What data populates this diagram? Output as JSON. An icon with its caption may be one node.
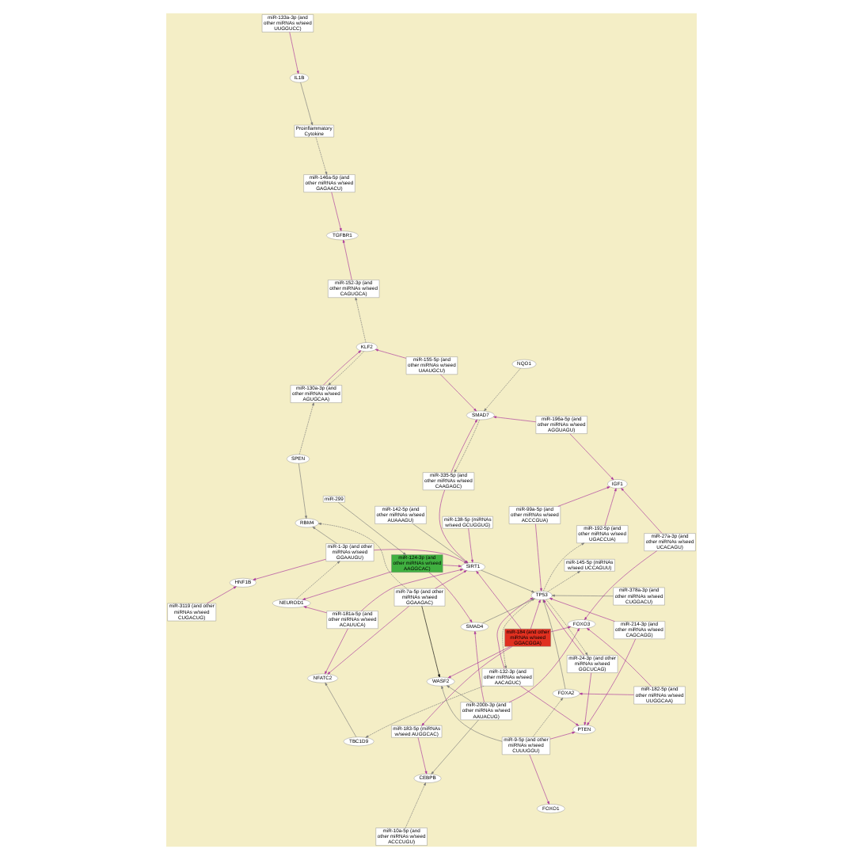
{
  "diagram": {
    "nodes": [
      {
        "text": [
          "WASF2"
        ]
      },
      {
        "text": [
          "miR-299"
        ]
      },
      {
        "text": [
          "miR-9-5p (and other miRNAs w/seed CUUUGGU)"
        ]
      },
      {
        "text": [
          "miR-10a-5p (and other miRNAs w/seed ACCCUGU)"
        ]
      },
      {
        "text": [
          "miR-184 (and other miRNAs w/seed GGACGGA)"
        ]
      },
      {
        "text": [
          "miR-200b-3p (and other miRNAs w/seed AAUACUG)"
        ]
      },
      {
        "text": [
          "miR-7a-5p (and other miRNAs w/seed GGAAGAC)"
        ]
      },
      {
        "text": [
          "FOXO1"
        ]
      },
      {
        "text": [
          "FOXO3"
        ]
      },
      {
        "text": [
          "miR-132-3p (and other miRNAs w/seed AACAGUC)"
        ]
      },
      {
        "text": [
          "PTEN"
        ]
      },
      {
        "text": [
          "CEBPB"
        ]
      },
      {
        "text": [
          "miR-183-5p (miRNAs w/seed AUGGCAC)"
        ]
      },
      {
        "text": [
          "miR-182-5p (and other miRNAs w/seed UUGGCAA)"
        ]
      },
      {
        "text": [
          "TBC1D9"
        ]
      },
      {
        "text": [
          "FOXA2"
        ]
      },
      {
        "text": [
          "NFATC2"
        ]
      },
      {
        "text": [
          "miR-24-3p (and other miRNAs w/seed GGCUCAG)"
        ]
      },
      {
        "text": [
          "miR-124-3p (and other miRNAs w/seed AAGGCAC)"
        ]
      },
      {
        "text": [
          "miR-138-5p (miRNAs w/seed GCUGGUG)"
        ]
      },
      {
        "text": [
          "miR-378a-3p (and other miRNAs w/seed CUGGACU)"
        ]
      },
      {
        "text": [
          "miR-181a-5p (and other miRNAs w/seed ACAUUCA)"
        ]
      },
      {
        "text": [
          "NEUROD1"
        ]
      },
      {
        "text": [
          "SMAD4"
        ]
      },
      {
        "text": [
          "miR-99a-5p (and other miRNAs w/seed ACCCGUA)"
        ]
      },
      {
        "text": [
          "SIRT1"
        ]
      },
      {
        "text": [
          "TP53"
        ]
      },
      {
        "text": [
          "miR-1-3p (and other miRNAs w/seed GGAAUGU)"
        ]
      },
      {
        "text": [
          "miR-142-5p (and other miRNAs w/seed AUAAAGU)"
        ]
      },
      {
        "text": [
          "miR-3119 (and other miRNAs w/seed CUGACUG)"
        ]
      },
      {
        "text": [
          "miR-214-3p (and other miRNAs w/seed CAGCAGG)"
        ]
      },
      {
        "text": [
          "miR-27a-3p (and other miRNAs w/seed UCACAGU)"
        ]
      },
      {
        "text": [
          "HNF1B"
        ]
      },
      {
        "text": [
          "SPEN"
        ]
      },
      {
        "text": [
          "RBM4"
        ]
      },
      {
        "text": [
          "IGF1"
        ]
      },
      {
        "text": [
          "miR-155-5p (and other miRNAs w/seed UAAUGCU)"
        ]
      },
      {
        "text": [
          "miR-192-5p (and other miRNAs w/seed UGACCUA)"
        ]
      },
      {
        "text": [
          "KLF2"
        ]
      },
      {
        "text": [
          "IL1B"
        ]
      },
      {
        "text": [
          "Proinflammatory Cytokine"
        ]
      },
      {
        "text": [
          "miR-130a-3p (and other miRNAs w/seed AGUGCAA)"
        ]
      },
      {
        "text": [
          "NQO1"
        ]
      },
      {
        "text": [
          "miR-133a-3p (and other miRNAs w/seed UUGGUCC)"
        ]
      },
      {
        "text": [
          "miR-145-5p (miRNAs w/seed UCCAGUU)"
        ]
      },
      {
        "text": [
          "miR-152-3p (and other miRNAs w/seed CAGUGCA)"
        ]
      },
      {
        "text": [
          "TGFBR1"
        ]
      },
      {
        "text": [
          "SMAD7"
        ]
      },
      {
        "text": [
          "miR-196a-5p (and other miRNAs w/seed AGGUAGU)"
        ]
      },
      {
        "text": [
          "miR-146a-5p (and other miRNAs w/seed GAGAACU)"
        ]
      },
      {
        "text": [
          "miR-335-5p (and other miRNAs w/seed CAAGAGC)"
        ]
      }
    ],
    "edges": [
      {
        "from": 6,
        "to": 0,
        "arrow": "to",
        "color": "#000000"
      },
      {
        "from": 2,
        "to": 0,
        "arrow": "to"
      },
      {
        "from": 4,
        "to": 0,
        "arrow": "to",
        "color": "#a8309a"
      },
      {
        "from": 5,
        "to": 0,
        "arrow": "to"
      },
      {
        "from": 1,
        "to": 18,
        "arrow": "to"
      },
      {
        "from": 2,
        "to": 7,
        "arrow": "to",
        "color": "#a8309a"
      },
      {
        "from": 2,
        "to": 10,
        "arrow": "to",
        "color": "#a8309a"
      },
      {
        "from": 2,
        "to": 15,
        "arrow": "to",
        "style": "dashed"
      },
      {
        "from": 4,
        "to": 8,
        "arrow": "to",
        "color": "#a8309a"
      },
      {
        "from": 4,
        "to": 25,
        "arrow": "to",
        "color": "#a8309a"
      },
      {
        "from": 4,
        "to": 26,
        "arrow": "to",
        "color": "#a8309a"
      },
      {
        "from": 4,
        "to": 12,
        "arrow": "to",
        "color": "#a8309a"
      },
      {
        "from": 5,
        "to": 8,
        "arrow": "to",
        "color": "#a8309a"
      },
      {
        "from": 5,
        "to": 23,
        "arrow": "to",
        "color": "#a8309a"
      },
      {
        "from": 5,
        "to": 11,
        "arrow": "to"
      },
      {
        "from": 3,
        "to": 11,
        "arrow": "to",
        "style": "dashed"
      },
      {
        "from": 6,
        "to": 16,
        "arrow": "to",
        "color": "#a8309a"
      },
      {
        "from": 6,
        "to": 25,
        "arrow": "to",
        "color": "#a8309a"
      },
      {
        "from": 6,
        "to": 34,
        "arrow": "to",
        "style": "dashed"
      },
      {
        "from": 9,
        "to": 10,
        "arrow": "to",
        "color": "#a8309a"
      },
      {
        "from": 9,
        "to": 14,
        "arrow": "to",
        "style": "dashed"
      },
      {
        "from": 9,
        "to": 26,
        "arrow": "to",
        "color": "#a8309a"
      },
      {
        "from": 12,
        "to": 11,
        "arrow": "to",
        "color": "#a8309a"
      },
      {
        "from": 13,
        "to": 8,
        "arrow": "to",
        "color": "#a8309a"
      },
      {
        "from": 13,
        "to": 15,
        "arrow": "to",
        "color": "#a8309a"
      },
      {
        "from": 14,
        "to": 16,
        "arrow": "to"
      },
      {
        "from": 15,
        "to": 26,
        "arrow": "to"
      },
      {
        "from": 17,
        "to": 10,
        "arrow": "to",
        "color": "#a8309a"
      },
      {
        "from": 17,
        "to": 26,
        "arrow": "to",
        "color": "#a8309a"
      },
      {
        "from": 18,
        "to": 23,
        "arrow": "to",
        "color": "#a8309a"
      },
      {
        "from": 18,
        "to": 25,
        "arrow": "to",
        "color": "#a8309a"
      },
      {
        "from": 18,
        "to": 22,
        "arrow": "to",
        "color": "#a8309a"
      },
      {
        "from": 19,
        "to": 25,
        "arrow": "to",
        "color": "#a8309a"
      },
      {
        "from": 20,
        "to": 26,
        "arrow": "to"
      },
      {
        "from": 21,
        "to": 22,
        "arrow": "to",
        "color": "#a8309a"
      },
      {
        "from": 21,
        "to": 25,
        "arrow": "to",
        "color": "#a8309a"
      },
      {
        "from": 21,
        "to": 16,
        "arrow": "to",
        "color": "#a8309a"
      },
      {
        "from": 22,
        "to": 27,
        "arrow": "to",
        "style": "dashed"
      },
      {
        "from": 23,
        "to": 26,
        "arrow": "to"
      },
      {
        "from": 24,
        "to": 35,
        "arrow": "to",
        "color": "#a8309a"
      },
      {
        "from": 24,
        "to": 26,
        "arrow": "to",
        "color": "#a8309a"
      },
      {
        "from": 25,
        "to": 26,
        "arrow": "to"
      },
      {
        "from": 26,
        "to": 17,
        "arrow": "to",
        "style": "dashed"
      },
      {
        "from": 26,
        "to": 9,
        "arrow": "to",
        "style": "dashed"
      },
      {
        "from": 27,
        "to": 25,
        "arrow": "to",
        "color": "#a8309a"
      },
      {
        "from": 27,
        "to": 34,
        "arrow": "to"
      },
      {
        "from": 27,
        "to": 32,
        "arrow": "to",
        "color": "#a8309a"
      },
      {
        "from": 28,
        "to": 25,
        "arrow": "to"
      },
      {
        "from": 29,
        "to": 32,
        "arrow": "to",
        "color": "#a8309a"
      },
      {
        "from": 30,
        "to": 26,
        "arrow": "to",
        "color": "#a8309a"
      },
      {
        "from": 30,
        "to": 10,
        "arrow": "to",
        "color": "#a8309a"
      },
      {
        "from": 31,
        "to": 35,
        "arrow": "to",
        "color": "#a8309a"
      },
      {
        "from": 31,
        "to": 8,
        "arrow": "to",
        "color": "#a8309a"
      },
      {
        "from": 33,
        "to": 34,
        "arrow": "to"
      },
      {
        "from": 33,
        "to": 41,
        "arrow": "to",
        "style": "dashed"
      },
      {
        "from": 36,
        "to": 38,
        "arrow": "to",
        "color": "#a8309a"
      },
      {
        "from": 36,
        "to": 47,
        "arrow": "to",
        "color": "#a8309a"
      },
      {
        "from": 37,
        "to": 35,
        "arrow": "to",
        "color": "#a8309a"
      },
      {
        "from": 26,
        "to": 37,
        "arrow": "to",
        "style": "dashed"
      },
      {
        "from": 38,
        "to": 41,
        "arrow": "to",
        "style": "dashed"
      },
      {
        "from": 38,
        "to": 45,
        "arrow": "to",
        "style": "dashed"
      },
      {
        "from": 39,
        "to": 40,
        "arrow": "to"
      },
      {
        "from": 40,
        "to": 49,
        "arrow": "to",
        "style": "dashed"
      },
      {
        "from": 41,
        "to": 38,
        "arrow": "to",
        "color": "#a8309a"
      },
      {
        "from": 26,
        "to": 44,
        "arrow": "to",
        "style": "dashed"
      },
      {
        "from": 43,
        "to": 39,
        "arrow": "to",
        "color": "#a8309a"
      },
      {
        "from": 45,
        "to": 46,
        "arrow": "to",
        "color": "#a8309a"
      },
      {
        "from": 42,
        "to": 47,
        "arrow": "to",
        "style": "dashed"
      },
      {
        "from": 48,
        "to": 47,
        "arrow": "to",
        "color": "#a8309a"
      },
      {
        "from": 48,
        "to": 35,
        "arrow": "to",
        "color": "#a8309a"
      },
      {
        "from": 49,
        "to": 46,
        "arrow": "to",
        "color": "#a8309a"
      },
      {
        "from": 50,
        "to": 25,
        "arrow": "to",
        "color": "#a8309a"
      },
      {
        "from": 50,
        "to": 47,
        "arrow": "to",
        "color": "#a8309a"
      },
      {
        "from": 47,
        "to": 50,
        "arrow": "to",
        "style": "dashed"
      }
    ]
  }
}
